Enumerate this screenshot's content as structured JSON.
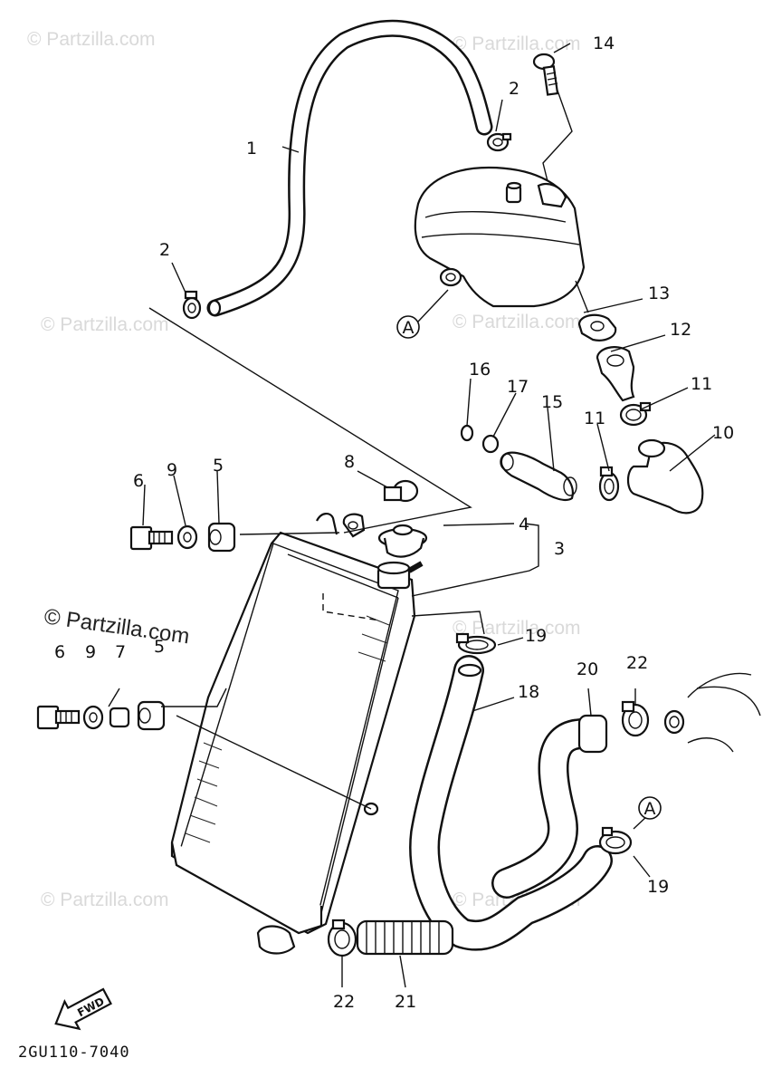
{
  "diagram": {
    "code": "2GU110-7040",
    "fwd_label": "FWD",
    "ref_marker": "A",
    "watermarks": {
      "faint": "© Partzilla.com",
      "strong": "© Partzilla.com"
    },
    "callouts": {
      "c1": "1",
      "c2a": "2",
      "c2b": "2",
      "c3": "3",
      "c4": "4",
      "c5a": "5",
      "c5b": "5",
      "c6a": "6",
      "c6b": "6",
      "c7": "7",
      "c8": "8",
      "c9a": "9",
      "c9b": "9",
      "c10": "10",
      "c11a": "11",
      "c11b": "11",
      "c12": "12",
      "c13": "13",
      "c14": "14",
      "c15": "15",
      "c16": "16",
      "c17": "17",
      "c18": "18",
      "c19a": "19",
      "c19b": "19",
      "c20": "20",
      "c21": "21",
      "c22a": "22",
      "c22b": "22"
    }
  }
}
